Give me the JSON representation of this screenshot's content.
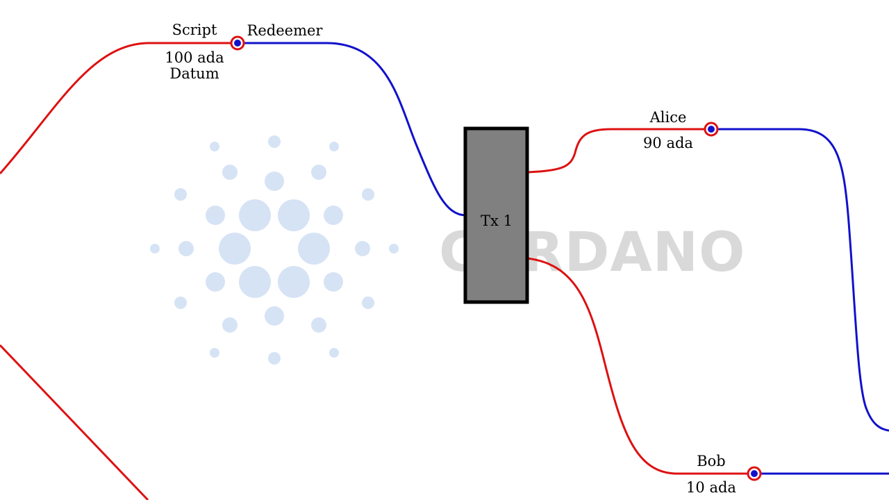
{
  "watermark": {
    "text": "CARDANO",
    "logo": "cardano-logo",
    "logo_color": "#d6e3f5",
    "text_color": "#d9d9d9"
  },
  "colors": {
    "datum_line": "#dd1111",
    "redeemer_line": "#1111cc",
    "tx_fill": "#808080",
    "tx_border": "#000000"
  },
  "script_utxo": {
    "title": "Script",
    "amount": "100 ada",
    "extra": "Datum",
    "redeemer_label": "Redeemer"
  },
  "transaction": {
    "label": "Tx 1"
  },
  "alice_utxo": {
    "title": "Alice",
    "amount": "90 ada"
  },
  "bob_utxo": {
    "title": "Bob",
    "amount": "10 ada"
  }
}
